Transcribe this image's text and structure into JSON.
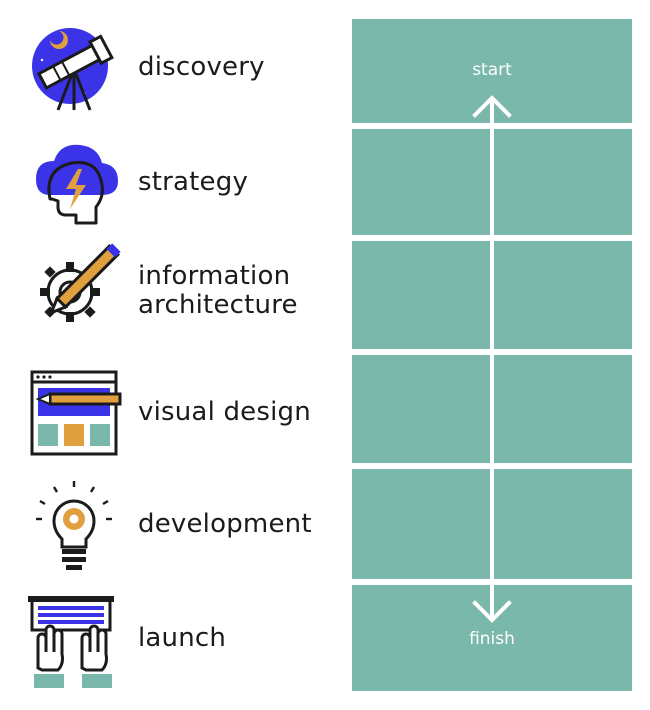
{
  "stages": [
    {
      "label": "discovery",
      "icon": "telescope-icon"
    },
    {
      "label": "strategy",
      "icon": "head-lightning-icon"
    },
    {
      "label": "information architecture",
      "icon": "gear-pencil-icon"
    },
    {
      "label": "visual design",
      "icon": "browser-pencil-icon"
    },
    {
      "label": "development",
      "icon": "lightbulb-gear-icon"
    },
    {
      "label": "launch",
      "icon": "hands-keyboard-icon"
    }
  ],
  "flow": {
    "start_label": "start",
    "finish_label": "finish"
  },
  "colors": {
    "grid_fill": "#79b8aa",
    "icon_blue": "#3a33e8",
    "icon_orange": "#e0a040",
    "icon_teal": "#79b8aa",
    "outline": "#1b1b1b"
  }
}
